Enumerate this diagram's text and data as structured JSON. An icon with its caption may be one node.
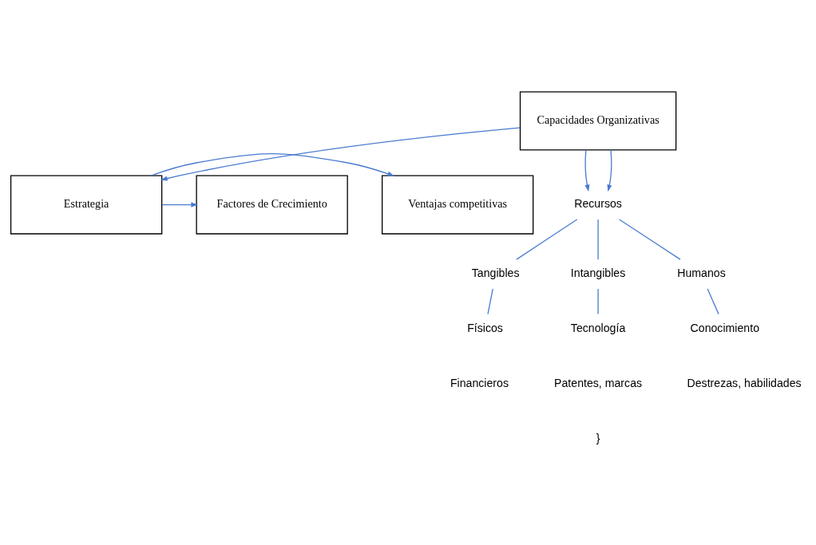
{
  "diagram": {
    "nodes": [
      {
        "text": [
          "Ventajas competitivas"
        ]
      },
      {
        "text": [
          "Estrategia"
        ]
      },
      {
        "text": [
          "Factores de Crecimiento"
        ]
      },
      {
        "text": [
          "Capacidades Organizativas"
        ]
      },
      {
        "text": [
          "Recursos"
        ]
      },
      {
        "text": [
          "Tangibles"
        ]
      },
      {
        "text": [
          "Intangibles"
        ]
      },
      {
        "text": [
          "Humanos"
        ]
      },
      {
        "text": [
          "Físicos"
        ]
      },
      {
        "text": [
          "Tecnología"
        ]
      },
      {
        "text": [
          "Conocimiento"
        ]
      }
    ],
    "edges": [
      {
        "from": 1,
        "to": 0,
        "arrow": "to"
      },
      {
        "from": 1,
        "to": 2,
        "arrow": "to"
      },
      {
        "from": 3,
        "to": 1,
        "arrow": "to"
      },
      {
        "from": 3,
        "to": 4,
        "arrow": "to"
      },
      {
        "from": 3,
        "to": 4,
        "arrow": "to"
      },
      {
        "from": 4,
        "to": 5,
        "arrow": "none"
      },
      {
        "from": 4,
        "to": 6,
        "arrow": "none"
      },
      {
        "from": 4,
        "to": 7,
        "arrow": "none"
      },
      {
        "from": 5,
        "to": 8,
        "arrow": "none"
      },
      {
        "from": 6,
        "to": 9,
        "arrow": "none"
      },
      {
        "from": 7,
        "to": 10,
        "arrow": "none"
      }
    ],
    "labels": [
      "Financieros",
      "Patentes, marcas",
      "Destrezas, habilidades",
      "}"
    ]
  }
}
